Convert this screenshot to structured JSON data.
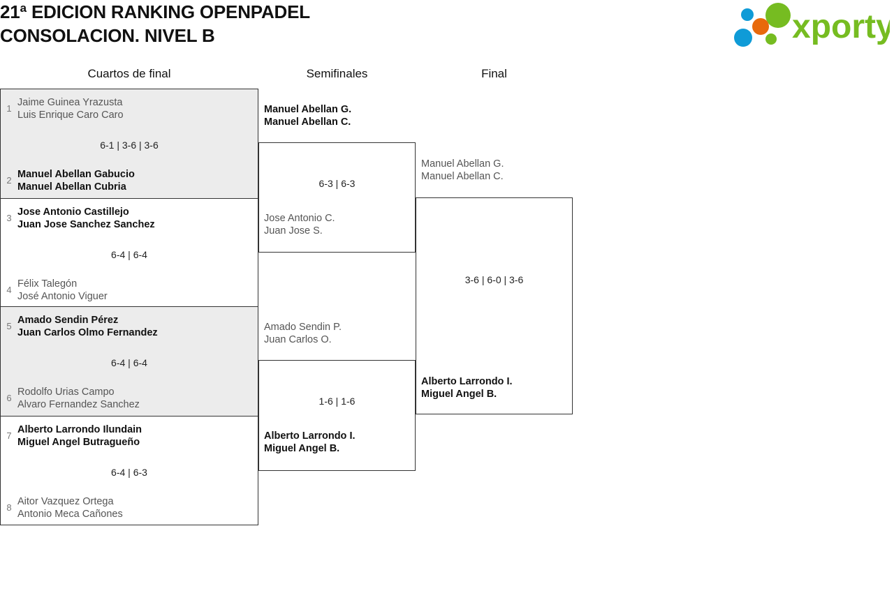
{
  "header": {
    "title": "21ª EDICION RANKING OPENPADEL\nCONSOLACION. NIVEL B",
    "logo_text": "xporty",
    "logo_colors": {
      "green": "#76bc21",
      "blue": "#0f9bd7",
      "orange": "#e8690b"
    }
  },
  "rounds": [
    {
      "label": "Cuartos de final"
    },
    {
      "label": "Semifinales"
    },
    {
      "label": "Final"
    }
  ],
  "quarterfinals": [
    {
      "shaded": true,
      "score": "6-1 | 3-6 | 3-6",
      "top": {
        "seed": "1",
        "result": "loser",
        "players": [
          "Jaime Guinea Yrazusta",
          "Luis Enrique Caro Caro"
        ]
      },
      "bottom": {
        "seed": "2",
        "result": "winner",
        "players": [
          "Manuel Abellan Gabucio",
          "Manuel Abellan Cubria"
        ]
      }
    },
    {
      "shaded": false,
      "score": "6-4 | 6-4",
      "top": {
        "seed": "3",
        "result": "winner",
        "players": [
          "Jose Antonio Castillejo",
          "Juan Jose Sanchez Sanchez"
        ]
      },
      "bottom": {
        "seed": "4",
        "result": "loser",
        "players": [
          "Félix Talegón",
          "José Antonio Viguer"
        ]
      }
    },
    {
      "shaded": true,
      "score": "6-4 | 6-4",
      "top": {
        "seed": "5",
        "result": "winner",
        "players": [
          "Amado Sendin Pérez",
          "Juan Carlos Olmo Fernandez"
        ]
      },
      "bottom": {
        "seed": "6",
        "result": "loser",
        "players": [
          "Rodolfo Urias Campo",
          "Alvaro Fernandez Sanchez"
        ]
      }
    },
    {
      "shaded": false,
      "score": "6-4 | 6-3",
      "top": {
        "seed": "7",
        "result": "winner",
        "players": [
          "Alberto Larrondo Ilundain",
          "Miguel Angel Butragueño"
        ]
      },
      "bottom": {
        "seed": "8",
        "result": "loser",
        "players": [
          "Aitor Vazquez Ortega",
          "Antonio Meca Cañones"
        ]
      }
    }
  ],
  "semifinals": [
    {
      "score": "6-3 | 6-3",
      "top": {
        "result": "winner",
        "players": [
          "Manuel Abellan G.",
          "Manuel Abellan C."
        ]
      },
      "bottom": {
        "result": "loser",
        "players": [
          "Jose Antonio C.",
          "Juan Jose S."
        ]
      }
    },
    {
      "score": "1-6 | 1-6",
      "top": {
        "result": "loser",
        "players": [
          "Amado Sendin P.",
          "Juan Carlos O."
        ]
      },
      "bottom": {
        "result": "winner",
        "players": [
          "Alberto Larrondo I.",
          "Miguel Angel B."
        ]
      }
    }
  ],
  "final": {
    "score": "3-6 | 6-0 | 3-6",
    "top": {
      "result": "loser",
      "players": [
        "Manuel Abellan G.",
        "Manuel Abellan C."
      ]
    },
    "bottom": {
      "result": "winner",
      "players": [
        "Alberto Larrondo I.",
        "Miguel Angel B."
      ]
    }
  }
}
